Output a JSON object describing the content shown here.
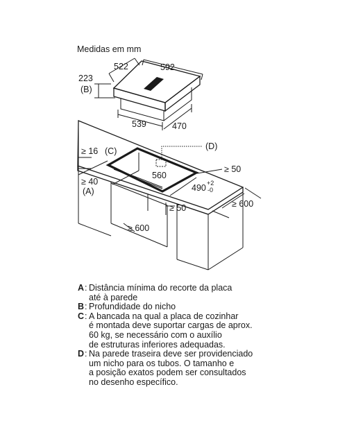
{
  "title": "Medidas em mm",
  "dimensions": {
    "hob_depth": "522",
    "hob_width": "592",
    "hob_height": "223",
    "label_b_marker": "(B)",
    "cutout_width_top": "539",
    "cutout_depth_top": "470",
    "label_d_marker": "(D)",
    "min_16": "≥ 16",
    "label_c_marker": "(C)",
    "min_40": "≥ 40",
    "label_a_marker": "(A)",
    "cutout_560": "560",
    "cutout_490": "490",
    "tolerance_plus": "+2",
    "tolerance_minus": "-0",
    "min_50_rear": "≥ 50",
    "min_50_side": "≥ 50",
    "min_600_right": "≥ 600",
    "min_600_cabinet": "≥ 600"
  },
  "legend": [
    {
      "key": "A",
      "text": "Distância mínima do recorte da placa\naté à parede"
    },
    {
      "key": "B",
      "text": "Profundidade do nicho"
    },
    {
      "key": "C",
      "text": "A bancada na qual a placa de cozinhar\né montada deve suportar cargas de aprox.\n60 kg, se necessário com o auxílio\nde estruturas inferiores adequadas."
    },
    {
      "key": "D",
      "text": "Na parede traseira deve ser providenciado\num nicho para os tubos. O tamanho e\na posição exatos podem ser consultados\nno desenho específico."
    }
  ]
}
